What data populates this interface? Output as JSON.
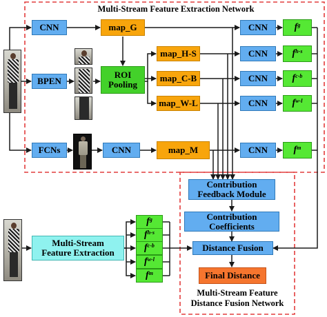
{
  "top_network": {
    "title": "Multi-Stream Feature Extraction Network",
    "border_color": "#e23b3b"
  },
  "bottom_network": {
    "title_line1": "Multi-Stream Feature",
    "title_line2": "Distance Fusion Network",
    "border_color": "#e23b3b"
  },
  "nodes": {
    "cnn1": "CNN",
    "bpen": "BPEN",
    "fcns": "FCNs",
    "map_g": "map_G",
    "roi_line1": "ROI",
    "roi_line2": "Pooling",
    "map_hs": "map_H-S",
    "map_cb": "map_C-B",
    "map_wl": "map_W-L",
    "cnn_m": "CNN",
    "map_m": "map_M",
    "cnn_g": "CNN",
    "cnn_hs": "CNN",
    "cnn_cb": "CNN",
    "cnn_wl": "CNN",
    "cnn_m2": "CNN",
    "contrib_feedback_line1": "Contribution",
    "contrib_feedback_line2": "Feedback Module",
    "contrib_coef_line1": "Contribution",
    "contrib_coef_line2": "Coefficients",
    "distance_fusion": "Distance Fusion",
    "final_distance": "Final Distance",
    "msfe_line1": "Multi-Stream",
    "msfe_line2": "Feature Extraction"
  },
  "features": {
    "symbol": "f",
    "g": "g",
    "hs": "h-s",
    "cb": "c-b",
    "wl": "w-l",
    "m": "m"
  },
  "colors": {
    "cnn_blue": "#62adf0",
    "map_orange": "#f8a50c",
    "roi_green": "#43d12a",
    "feature_green": "#55e834",
    "msfe_cyan": "#8ff2ef",
    "final_orange": "#f5752e",
    "arrow": "#1a1a1a"
  }
}
